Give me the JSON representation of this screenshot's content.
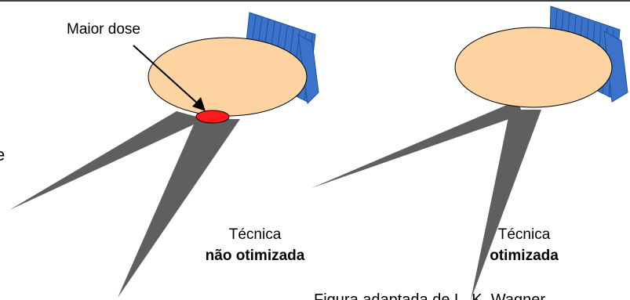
{
  "annotation": {
    "text": "Maior dose"
  },
  "left_panel": {
    "line1": "Técnica",
    "line2": "não otimizada"
  },
  "right_panel": {
    "line1": "Técnica",
    "line2": "otimizada"
  },
  "credit": "Figura adaptada de L. K. Wagner",
  "edge_fragments": {
    "left_edge_glyph": "e"
  },
  "colors": {
    "body_fill": "#fcd3a1",
    "hotspot_fill": "#ff1a1a",
    "beam_fill": "#5f5f5f",
    "detector_fill": "#3a73c9",
    "detector_line": "#1e4f9a"
  }
}
